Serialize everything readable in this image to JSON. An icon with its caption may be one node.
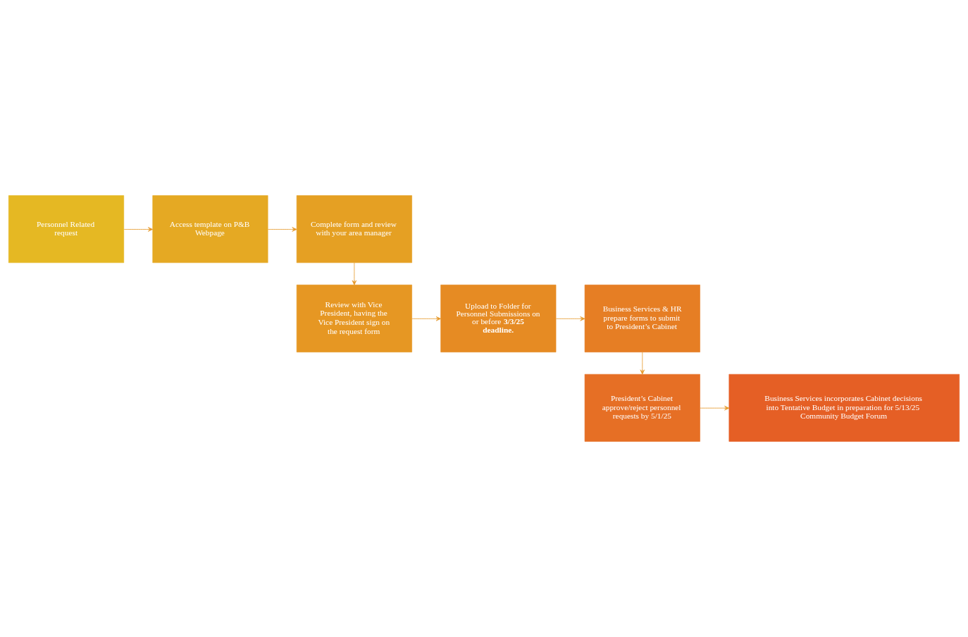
{
  "diagram": {
    "nodes": [
      {
        "text": [
          "Personnel Related request"
        ]
      },
      {
        "text": [
          "Access template on P&B Webpage"
        ]
      },
      {
        "text": [
          "Complete form and review with your area manager"
        ]
      },
      {
        "text": [
          "Review with Vice President, having the Vice President sign on the request form"
        ]
      },
      {
        "text": [
          "Upload to Folder for Personnel Submissions on or before **3/3/25 deadline.**"
        ]
      },
      {
        "text": [
          "Business Services & HR prepare forms to submit to President’s Cabinet"
        ]
      },
      {
        "text": [
          "President’s Cabinet approve/reject personnel requests by 5/1/25"
        ]
      },
      {
        "text": [
          "Business Services incorporates Cabinet decisions into Tentative Budget in preparation for 5/13/25 Community Budget Forum"
        ]
      }
    ],
    "edges": [
      {
        "from": 0,
        "to": 1,
        "arrow": "to"
      },
      {
        "from": 1,
        "to": 2,
        "arrow": "to"
      },
      {
        "from": 2,
        "to": 3,
        "arrow": "to"
      },
      {
        "from": 3,
        "to": 4,
        "arrow": "to"
      },
      {
        "from": 4,
        "to": 5,
        "arrow": "to"
      },
      {
        "from": 5,
        "to": 6,
        "arrow": "to"
      },
      {
        "from": 6,
        "to": 7,
        "arrow": "to"
      }
    ]
  }
}
